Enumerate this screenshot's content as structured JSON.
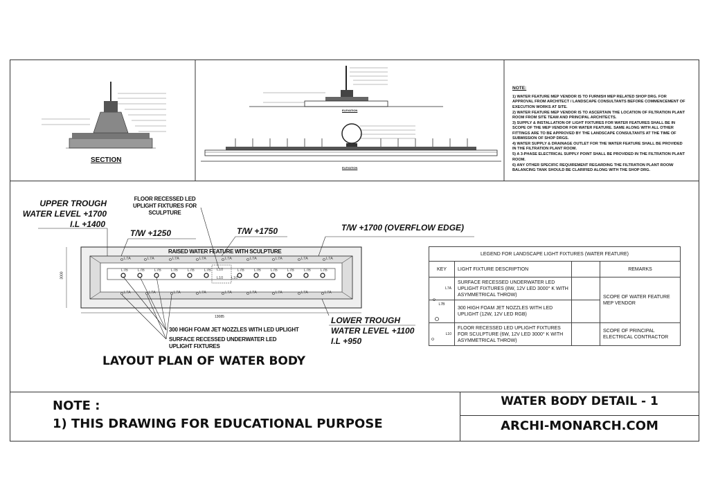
{
  "top": {
    "section_label": "SECTION",
    "elevation_label_1": "ELEVATION",
    "elevation_label_2": "ELEVATION",
    "note_title": "NOTE:",
    "notes": [
      "1) WATER FEATURE MEP VENDOR IS TO FURNISH MEP RELATED SHOP DRG. FOR APPROVAL FROM ARCHITECT / LANDSCAPE CONSULTANTS BEFORE COMMENCEMENT OF EXECUTION WORKS AT SITE.",
      "2) WATER FEATURE MEP VENDOR IS TO ASCERTAIN THE LOCATION OF FILTRATION PLANT ROOM FROM SITE TEAM AND PRINCIPAL ARCHITECTS.",
      "3) SUPPLY & INSTALLATION OF LIGHT FIXTURES FOR WATER FEATURES SHALL BE IN SCOPE OF THE MEP VENDOR FOR WATER FEATURE. SAME ALONG WITH ALL OTHER FITTINGS ARE TO BE APPROVED BY THE LANDSCAPE CONSULTANTS AT THE TIME OF SUBMISSION OF SHOP DRGS.",
      "4) WATER SUPPLY & DRAINAGE OUTLET FOR THE WATER FEATURE SHALL BE PROVIDED IN THE FILTRATION PLANT ROOM.",
      "5) A 3-PHASE ELECTRICAL SUPPLY POINT SHALL BE PROVIDED IN THE FILTRATION PLANT ROOM.",
      "6) ANY OTHER SPECIFIC REQUIREMENT REGARDING THE FILTRATION PLANT ROOM/ BALANCING TANK SHOULD BE CLARIFIED ALONG WITH THE SHOP DRG."
    ]
  },
  "plan": {
    "upper_trough": [
      "UPPER TROUGH",
      "WATER LEVEL +1700",
      "I.L +1400"
    ],
    "floor_recessed": [
      "FLOOR RECESSED LED",
      "UPLIGHT FIXTURES FOR",
      "SCULPTURE"
    ],
    "tw1": "T/W +1250",
    "tw2": "T/W +1750",
    "tw3": "T/W +1700 (OVERFLOW EDGE)",
    "raised": "RAISED WATER FEATURE WITH SCULPTURE",
    "foam_jet": "300 HIGH FOAM JET NOZZLES WITH LED UPLIGHT",
    "surface_recessed": [
      "SURFACE RECESSED UNDERWATER LED",
      "UPLIGHT FIXTURES"
    ],
    "lower_trough": [
      "LOWER TROUGH",
      "WATER LEVEL +1100",
      "I.L +950"
    ],
    "dim_width": "13085",
    "dim_height": "3000",
    "key_l7a": "L7A",
    "key_l7b": "L7B",
    "key_l10": "L10",
    "title": "LAYOUT PLAN OF WATER BODY"
  },
  "legend": {
    "title": "LEGEND FOR  LANDSCAPE LIGHT FIXTURES (WATER FEATURE)",
    "col_key": "KEY",
    "col_desc": "LIGHT FIXTURE DESCRIPTION",
    "col_remarks": "REMARKS",
    "rows": [
      {
        "key": "L7A",
        "desc": "SURFACE RECESSED UNDERWATER LED UPLIGHT FIXTURES (8W, 12V  LED 3000° K WITH ASYMMETRICAL THROW)"
      },
      {
        "key": "L7B",
        "desc": "300 HIGH FOAM JET NOZZLES WITH LED UPLIGHT (12W, 12V  LED RGB)"
      },
      {
        "key": "L10",
        "desc": "FLOOR RECESSED LED UPLIGHT FIXTURES FOR SCULPTURE (6W, 12V  LED 3000° K WITH ASYMMETRICAL THROW)"
      }
    ],
    "remark_1": "SCOPE OF WATER FEATURE MEP VENDOR",
    "remark_2": "SCOPE OF PRINCIPAL ELECTRICAL CONTRACTOR"
  },
  "footer": {
    "note_heading": "NOTE :",
    "note_text": "1) THIS DRAWING FOR EDUCATIONAL PURPOSE",
    "drawing_title": "WATER BODY DETAIL - 1",
    "website": "ARCHI-MONARCH.COM"
  }
}
